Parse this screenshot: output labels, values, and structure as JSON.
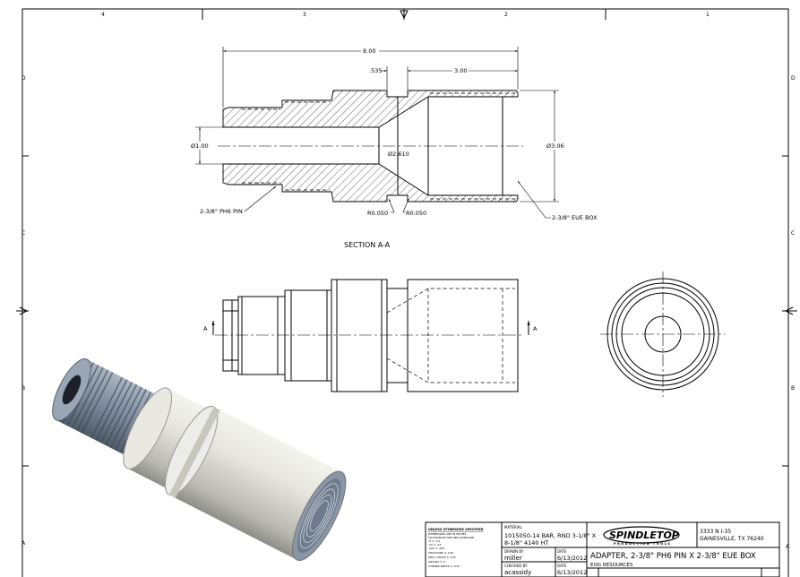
{
  "zones": {
    "columns": [
      "4",
      "3",
      "2",
      "1"
    ],
    "rows": [
      "D",
      "C",
      "B",
      "A"
    ]
  },
  "section_view": {
    "title": "SECTION A-A",
    "dim_overall": "8.00",
    "dim_groove": ".535",
    "dim_box": "3.00",
    "dim_bore": "Ø1.00",
    "dim_od": "Ø3.06",
    "dim_groove_dia": "Ø2.610",
    "radius_left": "R0.050",
    "radius_right": "R0.050",
    "callout_pin": "2-3/8\" PH6 PIN",
    "callout_box": "2-3/8\" EUE BOX"
  },
  "side_view": {
    "section_marker_left": "A",
    "section_marker_right": "A"
  },
  "title_block": {
    "notes_heading": "UNLESS OTHERWISE SPECIFIED",
    "notes_lines": [
      "DIMENSIONS ARE IN INCHES",
      "TOLERANCES ARE PER STANDARD",
      ".X  ± .1/4",
      ".XX  ± .03",
      ".XXX  ± .005",
      "FRACTIONS  ± 1/32",
      "DRILL HOLES  ± 1/32",
      "ANGLES  ± 1°",
      "CORNER BREAK  ± 1/32"
    ],
    "material_label": "MATERIAL",
    "material_line1": "1015050-14 BAR, RND 3-1/8\" X",
    "material_line2": "8-1/8\" 4140 HT",
    "drawn_by_label": "DRAWN BY",
    "drawn_by": "miller",
    "drawn_date_label": "DATE",
    "drawn_date": "6/13/2012",
    "checked_by_label": "CHECKED BY",
    "checked_by": "acassidy",
    "checked_date_label": "DATE",
    "checked_date": "6/13/2012",
    "company_logo": "SPINDLETOP",
    "company_logo_sub": "PRODUCTION TOOLS",
    "address_line1": "3333 N I-35",
    "address_line2": "GAINESVILLE, TX 76240",
    "part_title": "ADAPTER, 2-3/8\" PH6 PIN X 2-3/8\" EUE BOX",
    "customer": "EOG RESOURCES"
  },
  "colors": {
    "part_body": "#d8d8d0",
    "threads": "#7d8a9c"
  }
}
